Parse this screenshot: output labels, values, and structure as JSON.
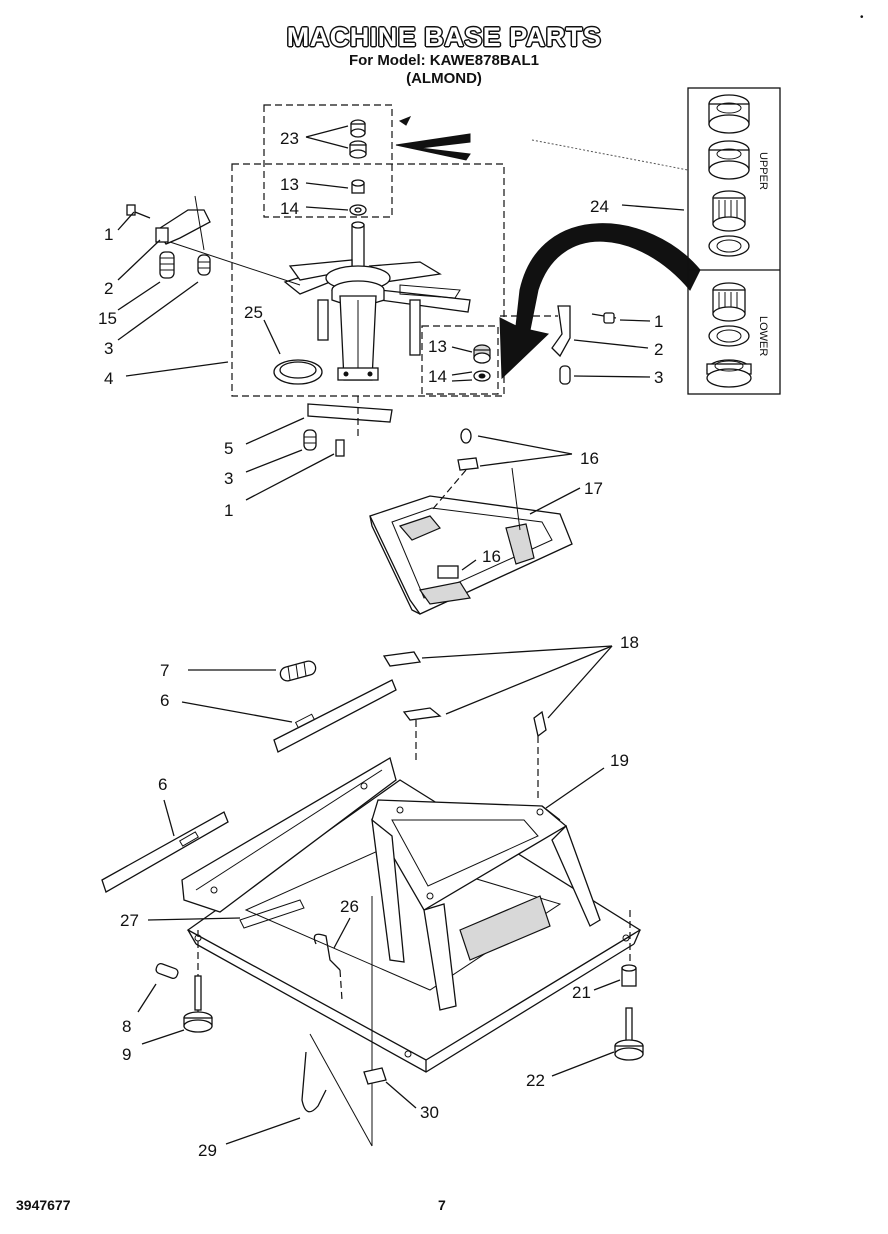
{
  "header": {
    "title": "MACHINE BASE PARTS",
    "model": "For Model: KAWE878BAL1",
    "color": "(ALMOND)"
  },
  "side_labels": {
    "upper": "UPPER",
    "lower": "LOWER"
  },
  "callouts": {
    "c23": "23",
    "c13a": "13",
    "c14a": "14",
    "c24": "24",
    "c1a": "1",
    "c2a": "2",
    "c15": "15",
    "c3a": "3",
    "c4": "4",
    "c25": "25",
    "c13b": "13",
    "c14b": "14",
    "c1b": "1",
    "c2b": "2",
    "c3b": "3",
    "c5": "5",
    "c3c": "3",
    "c1c": "1",
    "c16a": "16",
    "c17": "17",
    "c16b": "16",
    "c7": "7",
    "c6a": "6",
    "c18": "18",
    "c6b": "6",
    "c19": "19",
    "c27": "27",
    "c26": "26",
    "c8": "8",
    "c9": "9",
    "c21": "21",
    "c22": "22",
    "c30": "30",
    "c29": "29"
  },
  "footer": {
    "doc_number": "3947677",
    "page_number": "7"
  }
}
